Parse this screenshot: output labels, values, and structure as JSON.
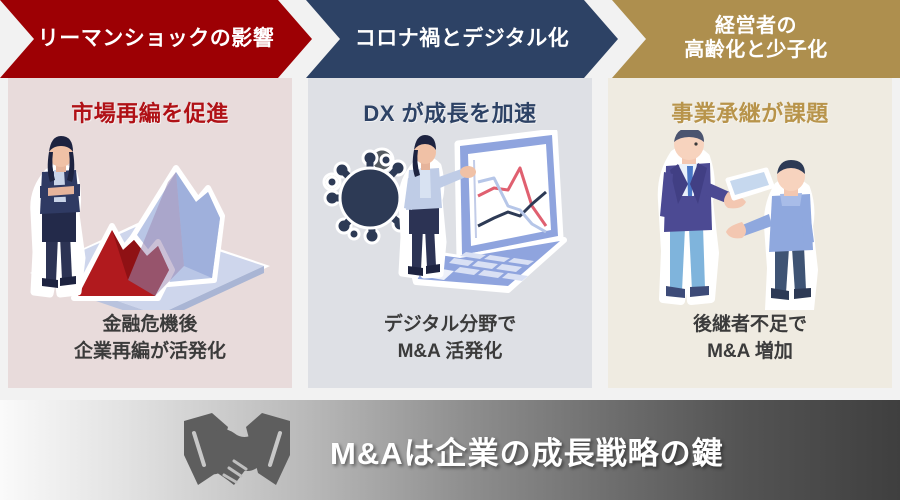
{
  "columns": [
    {
      "banner_label": "リーマンショックの影響",
      "banner_color": "#9D0004",
      "headline": "市場再編を促進",
      "headline_color": "#B01116",
      "background": "#E8DBDB",
      "caption_line1": "金融危機後",
      "caption_line2": "企業再編が活発化",
      "illustration": "woman-with-area-chart"
    },
    {
      "banner_label": "コロナ禍とデジタル化",
      "banner_color": "#2D4265",
      "headline": "DX が成長を加速",
      "headline_color": "#2D4265",
      "background": "#DEE0E5",
      "caption_line1": "デジタル分野で",
      "caption_line2": "M&A 活発化",
      "illustration": "virus-laptop-presenter"
    },
    {
      "banner_label_line1": "経営者の",
      "banner_label_line2": "高齢化と少子化",
      "banner_color": "#AE8F4E",
      "headline": "事業承継が課題",
      "headline_color": "#B8944B",
      "background": "#EFEBE1",
      "caption_line1": "後継者不足で",
      "caption_line2": "M&A 増加",
      "illustration": "succession-handover"
    }
  ],
  "bottom_bar": {
    "icon": "handshake-icon",
    "text": "M&Aは企業の成長戦略の鍵",
    "gradient_from": "#FAFAFA",
    "gradient_to": "#3F3F3F"
  }
}
